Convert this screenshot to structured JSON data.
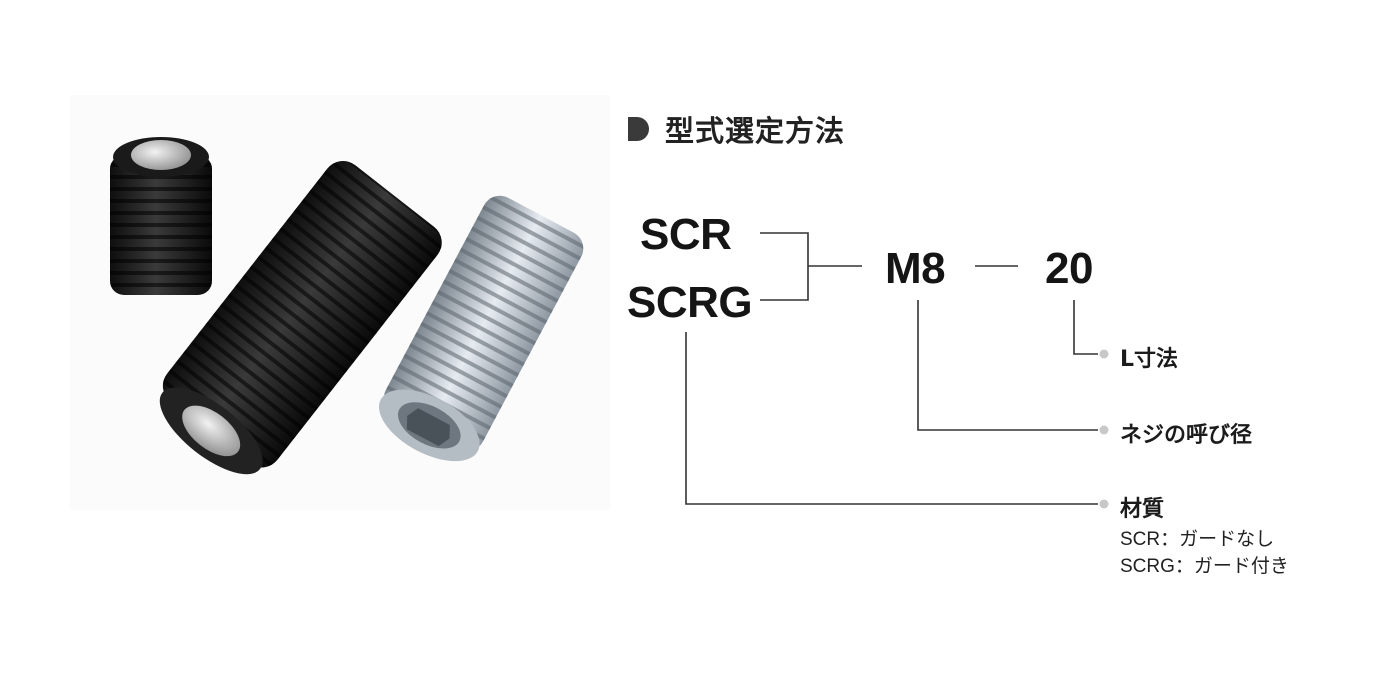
{
  "heading": {
    "title": "型式選定方法"
  },
  "model_code": {
    "series": [
      "SCR",
      "SCRG"
    ],
    "thread": "M8",
    "length": "20"
  },
  "legend": {
    "length_label": "L寸法",
    "thread_label": "ネジの呼び径",
    "material_label": "材質",
    "material_notes": [
      "SCR：ガードなし",
      "SCRG：ガード付き"
    ]
  },
  "colors": {
    "line": "#333333",
    "bullet": "#c8c8c8",
    "heading_marker": "#3a3a3a"
  }
}
